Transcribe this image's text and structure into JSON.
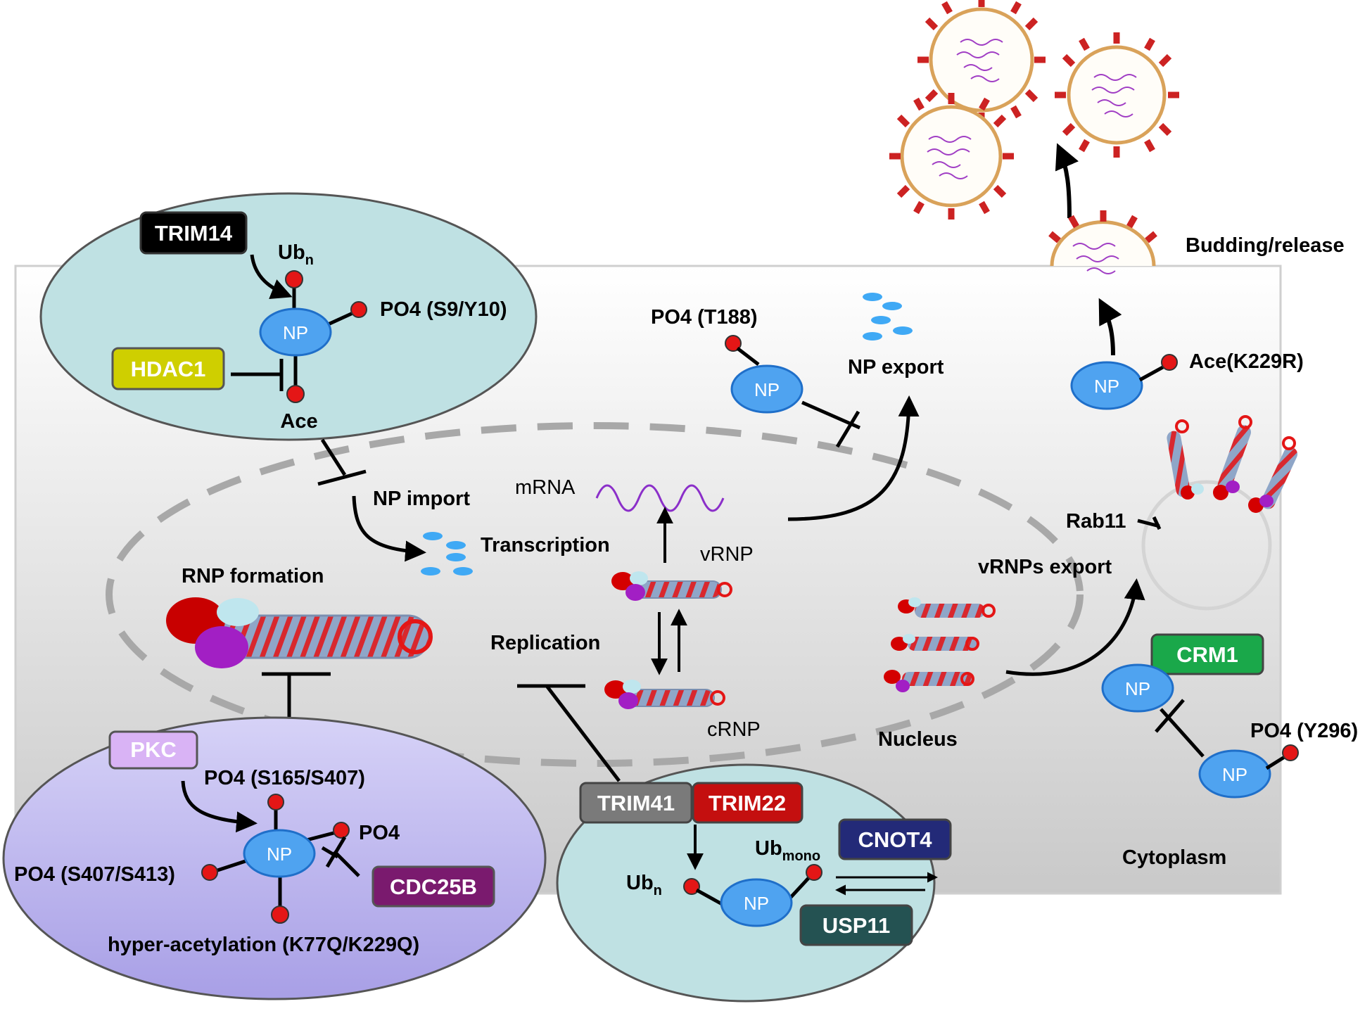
{
  "colors": {
    "np_fill": "#4fa3f0",
    "np_stroke": "#1f6fc9",
    "red_dot": "#e41616",
    "teal_oval": "#bfe1e3",
    "lavender_oval": "#bfb9ee",
    "trim14": "#000000",
    "hdac1": "#cfcf00",
    "pkc": "#d9b3f5",
    "cdc25b": "#7a1a6e",
    "trim41": "#7a7a7a",
    "trim22": "#c40f0f",
    "cnot4": "#232a78",
    "usp11": "#245252",
    "crm1": "#1aa84a"
  },
  "labels": {
    "np": "NP",
    "trim14": "TRIM14",
    "hdac1": "HDAC1",
    "ub_n_1_main": "Ub",
    "ub_n_1_sub": "n",
    "po4_s9": "PO4 (S9/Y10)",
    "ace": "Ace",
    "po4_t188": "PO4 (T188)",
    "np_export": "NP export",
    "ace_k229r": "Ace(K229R)",
    "budding": "Budding/release",
    "np_import": "NP import",
    "mrna": "mRNA",
    "transcription": "Transcription",
    "vrnp": "vRNP",
    "crnp": "cRNP",
    "replication": "Replication",
    "rnp_formation": "RNP formation",
    "rab11": "Rab11",
    "vrnps_export": "vRNPs export",
    "crm1": "CRM1",
    "po4_y296": "PO4 (Y296)",
    "nucleus": "Nucleus",
    "cytoplasm": "Cytoplasm",
    "pkc": "PKC",
    "po4_s165": "PO4 (S165/S407)",
    "po4": "PO4",
    "cdc25b": "CDC25B",
    "po4_s407": "PO4 (S407/S413)",
    "hyper": "hyper-acetylation (K77Q/K229Q)",
    "trim41": "TRIM41",
    "trim22": "TRIM22",
    "ub_mono_main": "Ub",
    "ub_mono_sub": "mono",
    "cnot4": "CNOT4",
    "ub_n_2_main": "Ub",
    "ub_n_2_sub": "n",
    "usp11": "USP11"
  }
}
